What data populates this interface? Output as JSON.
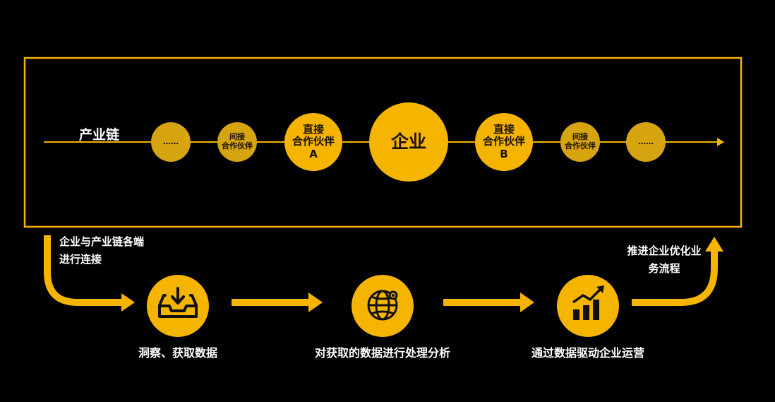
{
  "colors": {
    "accent": "#f5b400",
    "accent_dim": "#d6a311",
    "background": "#000000",
    "node_text": "#1a1200",
    "caption_text": "#ffffff"
  },
  "chain": {
    "label": "产业链",
    "nodes": [
      {
        "id": "left-ellipsis",
        "lines": [
          "……"
        ]
      },
      {
        "id": "indirect-left",
        "lines": [
          "间接",
          "合作伙伴"
        ]
      },
      {
        "id": "direct-a",
        "lines": [
          "直接",
          "合作伙伴",
          "A"
        ]
      },
      {
        "id": "enterprise",
        "lines": [
          "企业"
        ]
      },
      {
        "id": "direct-b",
        "lines": [
          "直接",
          "合作伙伴",
          "B"
        ]
      },
      {
        "id": "indirect-right",
        "lines": [
          "间接",
          "合作伙伴"
        ]
      },
      {
        "id": "right-ellipsis",
        "lines": [
          "……"
        ]
      }
    ]
  },
  "flow": {
    "start_note": [
      "企业与产业链各端",
      "进行连接"
    ],
    "end_note": [
      "推进企业优化业",
      "务流程"
    ],
    "steps": [
      {
        "icon": "download-tray-icon",
        "caption": "洞察、获取数据"
      },
      {
        "icon": "globe-analysis-icon",
        "caption": "对获取的数据进行处理分析"
      },
      {
        "icon": "bar-chart-growth-icon",
        "caption": "通过数据驱动企业运营"
      }
    ]
  }
}
